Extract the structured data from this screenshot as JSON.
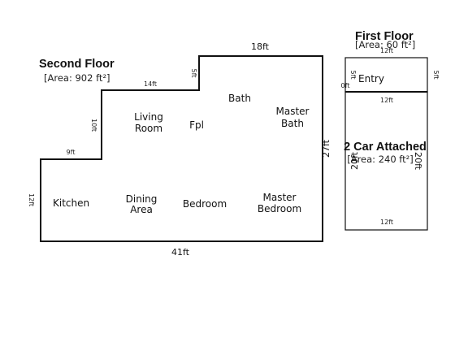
{
  "second_floor": {
    "title": "Second Floor",
    "area": "[Area: 902 ft²]",
    "rooms": {
      "kitchen": "Kitchen",
      "dining_1": "Dining",
      "dining_2": "Area",
      "bedroom": "Bedroom",
      "master_bedroom_1": "Master",
      "master_bedroom_2": "Bedroom",
      "living_1": "Living",
      "living_2": "Room",
      "fpl": "Fpl",
      "bath": "Bath",
      "master_bath_1": "Master",
      "master_bath_2": "Bath"
    },
    "dims": {
      "top": "18ft",
      "step_top": "14ft",
      "step_vertical": "5ft",
      "living_left": "10ft",
      "kitchen_top": "9ft",
      "left": "12ft",
      "bottom": "41ft",
      "right": "27ft"
    }
  },
  "first_floor": {
    "title": "First Floor",
    "area": "[Area: 60 ft²]",
    "entry": "Entry",
    "dims": {
      "top": "12ft",
      "left_small": "5ft",
      "left_tiny": "0ft",
      "right": "5ft",
      "bottom": "12ft"
    }
  },
  "garage": {
    "title": "2 Car Attached",
    "area": "[Area: 240 ft²]",
    "dims": {
      "left": "20ft",
      "right": "20ft",
      "bottom": "12ft"
    }
  }
}
